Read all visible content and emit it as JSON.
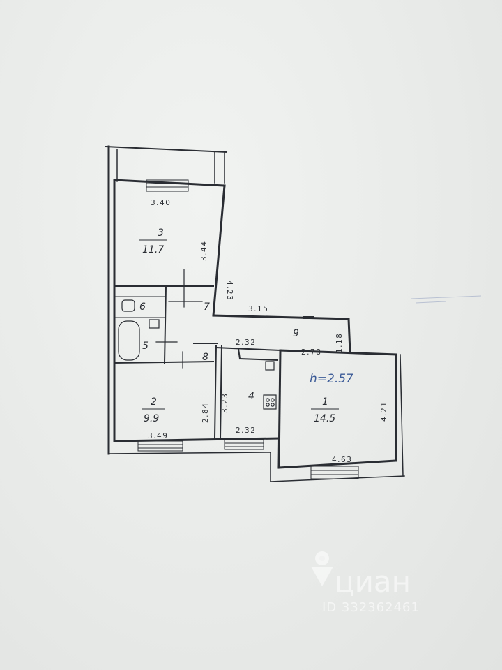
{
  "rooms": [
    {
      "id": "room-3",
      "number": "3",
      "area": "11.7"
    },
    {
      "id": "room-2",
      "number": "2",
      "area": "9.9"
    },
    {
      "id": "room-1",
      "number": "1",
      "area": "14.5"
    },
    {
      "id": "room-4",
      "number": "4"
    },
    {
      "id": "room-5",
      "number": "5"
    },
    {
      "id": "room-6",
      "number": "6"
    },
    {
      "id": "room-7",
      "number": "7"
    },
    {
      "id": "room-8",
      "number": "8"
    },
    {
      "id": "room-9",
      "number": "9"
    }
  ],
  "dimensions": {
    "room3_width": "3.40",
    "room3_length": "3.44",
    "corridor_length": "4.23",
    "hall_width": "3.15",
    "kitchen_top": "2.32",
    "hall_small": "2.78",
    "hall_side": "1.18",
    "room2_width": "3.49",
    "room2_height": "2.84",
    "kitchen_height": "3.23",
    "kitchen_bottom": "2.32",
    "room1_height": "4.21",
    "room1_width": "4.63"
  },
  "ceiling_height_note": "h=2.57",
  "watermark": {
    "brand": "циан",
    "listing_id": "ID 332362461"
  },
  "colors": {
    "paper": "#eceeec",
    "ink": "#2a2d33",
    "handwriting": "#3d5c98"
  }
}
